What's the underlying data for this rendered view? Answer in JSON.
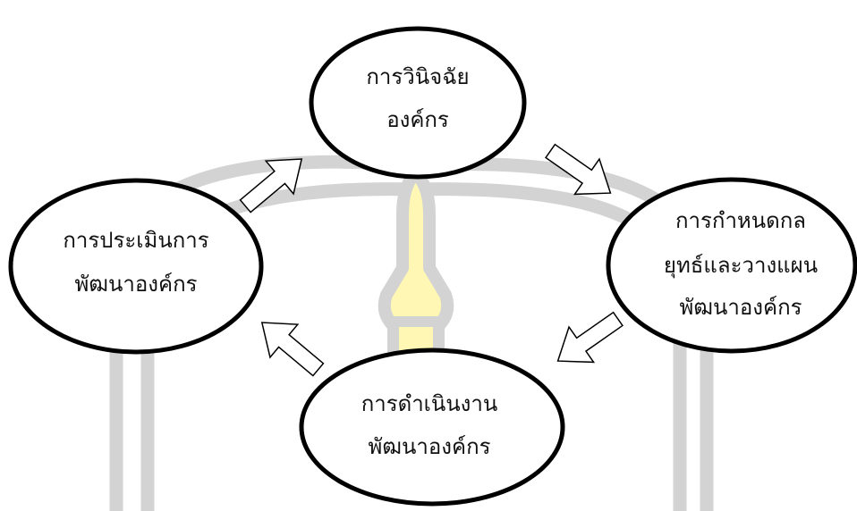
{
  "diagram": {
    "nodes": [
      {
        "id": "diagnosis",
        "lines": [
          "การวินิจฉัย",
          "องค์กร"
        ]
      },
      {
        "id": "strategy",
        "lines": [
          "การกำหนดกล",
          "ยุทธ์และวางแผน",
          "พัฒนาองค์กร"
        ]
      },
      {
        "id": "implementation",
        "lines": [
          "การดำเนินงาน",
          "พัฒนาองค์กร"
        ]
      },
      {
        "id": "evaluation",
        "lines": [
          "การประเมินการ",
          "พัฒนาองค์กร"
        ]
      }
    ],
    "edges": [
      {
        "from": "diagnosis",
        "to": "strategy"
      },
      {
        "from": "strategy",
        "to": "implementation"
      },
      {
        "from": "implementation",
        "to": "evaluation"
      },
      {
        "from": "evaluation",
        "to": "diagnosis"
      }
    ],
    "flow": "clockwise-cycle"
  },
  "watermark": {
    "description": "faint gray arch emblem with yellow central spire",
    "colors": {
      "arch": "#d3d3d3",
      "spire_fill": "#fff7b3",
      "spire_outline": "#d3d3d3"
    }
  },
  "colors": {
    "node_stroke": "#000000",
    "node_fill": "#ffffff",
    "arrow_stroke": "#000000",
    "arrow_fill": "#ffffff"
  }
}
